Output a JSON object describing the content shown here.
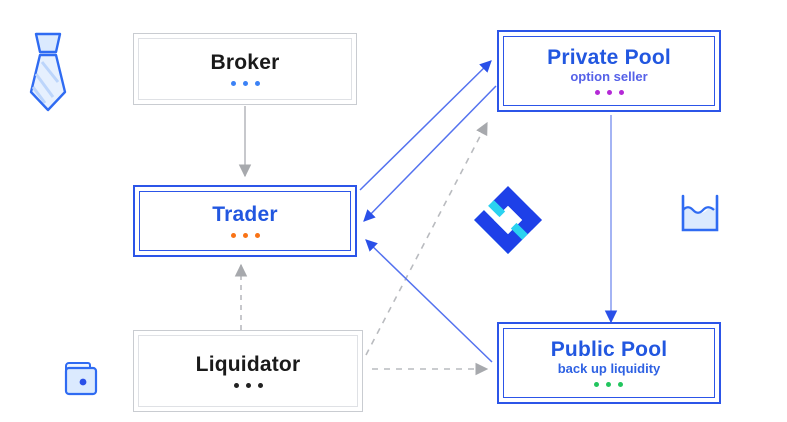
{
  "diagram": {
    "title": "Protocol participants and liquidity flow diagram",
    "nodes": [
      {
        "id": "broker",
        "title": "Broker",
        "subtitle": "",
        "style": "grey",
        "title_color": "#1a1a1a",
        "dot_color": "#3b82f6"
      },
      {
        "id": "trader",
        "title": "Trader",
        "subtitle": "",
        "style": "blue",
        "title_color": "#2257e0",
        "dot_color": "#f97316"
      },
      {
        "id": "liquidator",
        "title": "Liquidator",
        "subtitle": "",
        "style": "grey",
        "title_color": "#1a1a1a",
        "dot_color": "#222222"
      },
      {
        "id": "private_pool",
        "title": "Private Pool",
        "subtitle": "option seller",
        "style": "blue",
        "title_color": "#2257e0",
        "dot_color": "#b429d6"
      },
      {
        "id": "public_pool",
        "title": "Public Pool",
        "subtitle": "back up liquidity",
        "style": "blue",
        "title_color": "#2257e0",
        "dot_color": "#22c55e"
      }
    ],
    "edges": [
      {
        "id": "broker-to-trader",
        "from": "broker",
        "to": "trader",
        "style": "solid",
        "color": "#a7a9ad"
      },
      {
        "id": "liquidator-to-trader",
        "from": "liquidator",
        "to": "trader",
        "style": "dashed",
        "color": "#a7a9ad"
      },
      {
        "id": "trader-to-private-pool",
        "from": "trader",
        "to": "private_pool",
        "style": "solid",
        "color": "#4a6cf0"
      },
      {
        "id": "private-pool-to-trader",
        "from": "private_pool",
        "to": "trader",
        "style": "solid",
        "color": "#4a6cf0"
      },
      {
        "id": "liquidator-to-private-pool",
        "from": "liquidator",
        "to": "private_pool",
        "style": "dashed",
        "color": "#a7a9ad"
      },
      {
        "id": "liquidator-to-public-pool",
        "from": "liquidator",
        "to": "public_pool",
        "style": "dashed",
        "color": "#a7a9ad"
      },
      {
        "id": "public-pool-to-trader",
        "from": "public_pool",
        "to": "trader",
        "style": "solid",
        "color": "#4a6cf0"
      },
      {
        "id": "private-pool-to-public-pool",
        "from": "private_pool",
        "to": "public_pool",
        "style": "solid",
        "color": "#6b83ee"
      }
    ],
    "icons": [
      {
        "id": "necktie",
        "name": "necktie-icon",
        "color": "#2f6bf2",
        "fill": "#dbeafe"
      },
      {
        "id": "wallet",
        "name": "wallet-icon",
        "color": "#2f6bf2",
        "fill": "#dbeafe"
      },
      {
        "id": "liquidity-tank",
        "name": "liquidity-tank-icon",
        "color": "#2f6bf2",
        "fill": "#dbeafe"
      },
      {
        "id": "brand-logo",
        "name": "brand-logo-icon",
        "color_primary": "#1e40e8",
        "color_secondary": "#2ad2f0"
      }
    ],
    "colors": {
      "background": "#ffffff",
      "brand_blue": "#2257e0",
      "grey_border": "#c9ccd1",
      "arrow_blue": "#4a6cf0",
      "arrow_grey": "#a7a9ad"
    }
  }
}
